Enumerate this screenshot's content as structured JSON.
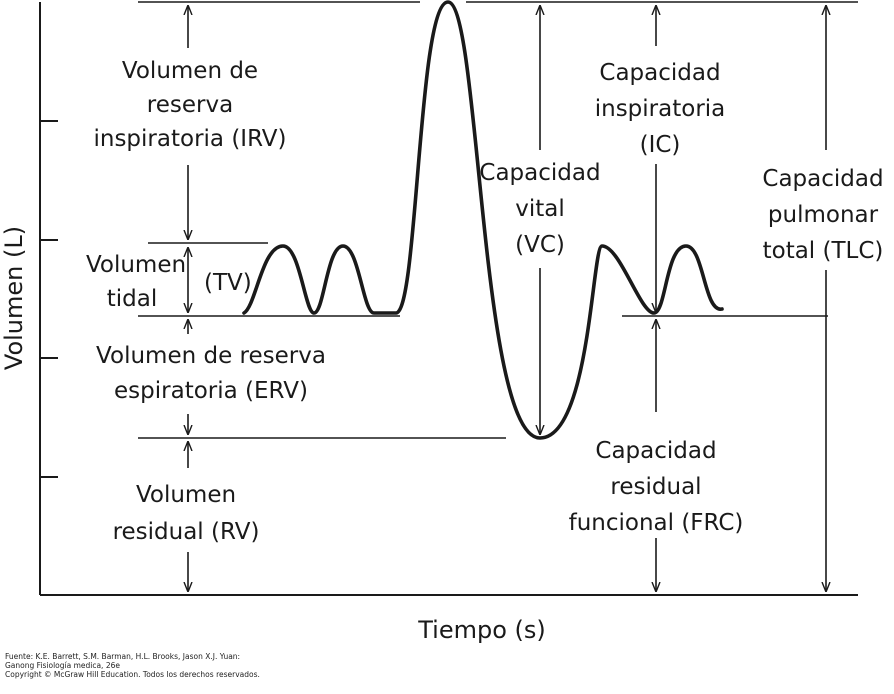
{
  "axes": {
    "y_label": "Volumen (L)",
    "x_label": "Tiempo (s)"
  },
  "labels": {
    "irv": [
      "Volumen de",
      "reserva",
      "inspiratoria (IRV)"
    ],
    "tidal": [
      "Volumen",
      "tidal"
    ],
    "tv": "(TV)",
    "erv": [
      "Volumen de reserva",
      "espiratoria (ERV)"
    ],
    "rv": [
      "Volumen",
      "residual (RV)"
    ],
    "vc": [
      "Capacidad",
      "vital",
      "(VC)"
    ],
    "ic": [
      "Capacidad",
      "inspiratoria",
      "(IC)"
    ],
    "tlc": [
      "Capacidad",
      "pulmonar",
      "total (TLC)"
    ],
    "frc": [
      "Capacidad",
      "residual",
      "funcional (FRC)"
    ]
  },
  "source": {
    "line1": "Fuente: K.E. Barrett, S.M. Barman, H.L. Brooks, Jason X.J. Yuan:",
    "line2": "Ganong Fisiología medica, 26e",
    "line3": "Copyright © McGraw Hill Education. Todos los derechos reservados."
  }
}
